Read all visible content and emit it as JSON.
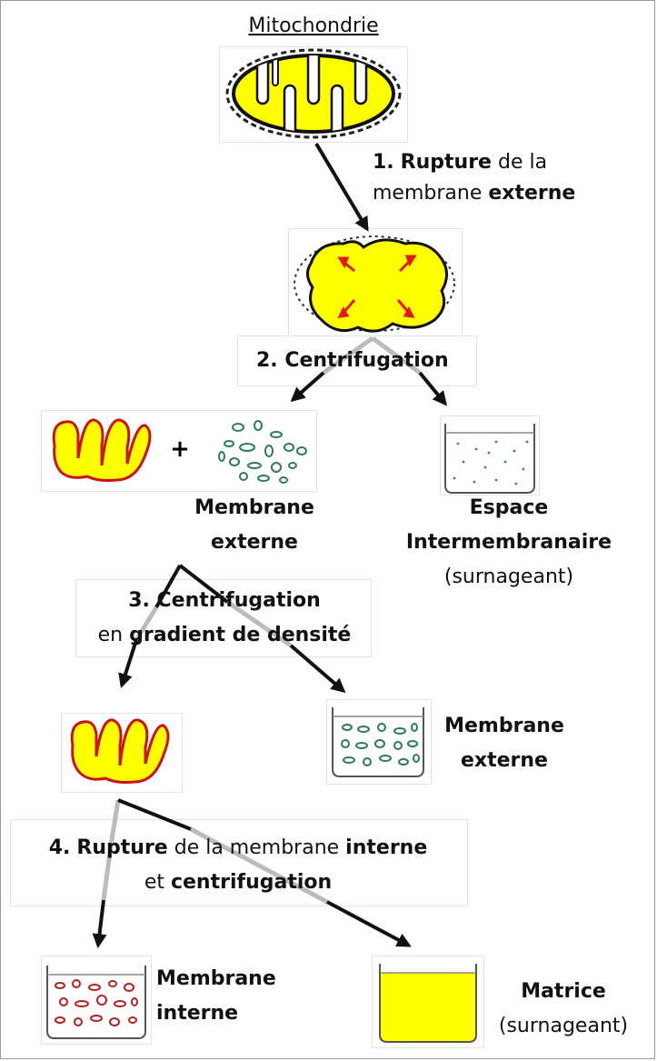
{
  "title": "Mitochondrie",
  "steps": {
    "s1": {
      "n": "1.",
      "bold1": "Rupture",
      "mid1": " de la",
      "line2a": "membrane ",
      "bold2": "externe"
    },
    "s2": {
      "label": "2. Centrifugation"
    },
    "s3": {
      "line1": "3. Centrifugation",
      "pre": "en ",
      "bold": "gradient de densité"
    },
    "s4": {
      "n": "4.",
      "bold1": "Rupture",
      "mid": " de la membrane ",
      "bold2": "interne",
      "pre2": "et ",
      "bold3": "centrifugation"
    }
  },
  "labels": {
    "plus": "+",
    "membrane_externe_1": [
      "Membrane",
      "externe"
    ],
    "espace": [
      "Espace",
      "Intermembranaire"
    ],
    "surnageant_1": "(surnageant)",
    "membrane_externe_2": [
      "Membrane",
      "externe"
    ],
    "membrane_interne": [
      "Membrane",
      "interne"
    ],
    "matrice": "Matrice",
    "surnageant_2": "(surnageant)"
  },
  "colors": {
    "yellow": "#ffff00",
    "red_outline": "#cc1111",
    "green_dots": "#2e7d4f",
    "arrow_black": "#111111",
    "arrow_gray": "#b8b8b8"
  }
}
